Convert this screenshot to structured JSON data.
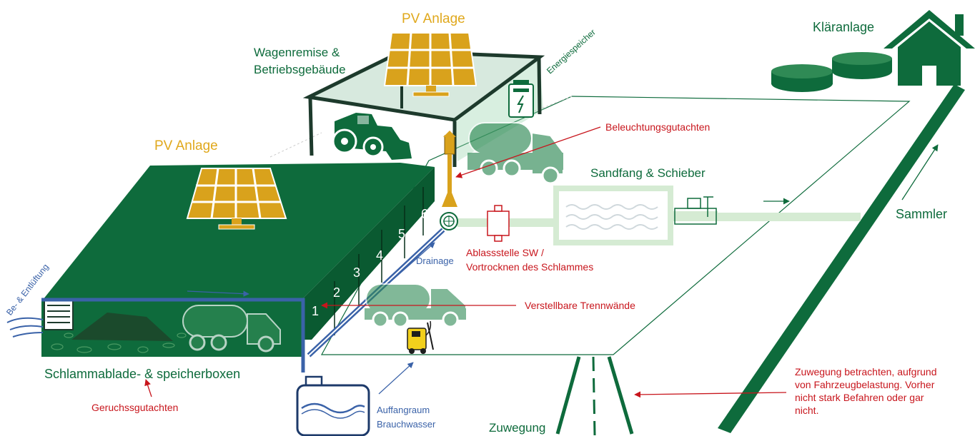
{
  "labels": {
    "pv_top": "PV Anlage",
    "pv_left": "PV Anlage",
    "wagenremise_line1": "Wagenremise &",
    "wagenremise_line2": "Betriebsgebäude",
    "energiespeicher": "Energiespeicher",
    "klaeranlage": "Kläranlage",
    "beleuchtung": "Beleuchtungsgutachten",
    "sandfang": "Sandfang & Schieber",
    "sammler": "Sammler",
    "ablass_line1": "Ablassstelle SW /",
    "ablass_line2": "Vortrocknen des Schlammes",
    "drainage": "Drainage",
    "trennwaende": "Verstellbare Trennwände",
    "be_entlueftung": "Be- & Entlüftung",
    "schlammboxen": "Schlammablade- & speicherboxen",
    "geruch": "Geruchssgutachten",
    "auffang_line1": "Auffangraum",
    "auffang_line2": "Brauchwasser",
    "zuwegung": "Zuwegung",
    "zuweg_note_1": "Zuwegung betrachten, aufgrund",
    "zuweg_note_2": "von Fahrzeugbelastung. Vorher",
    "zuweg_note_3": "nicht stark Befahren oder gar",
    "zuweg_note_4": "nicht."
  },
  "box_numbers": [
    "1",
    "2",
    "3",
    "4",
    "5",
    "6"
  ],
  "colors": {
    "dark_green": "#0e6b3c",
    "light_green": "#d5ebd3",
    "solar_gold": "#d9a21c",
    "annotation_red": "#c8161d",
    "water_blue": "#3a62a8"
  }
}
